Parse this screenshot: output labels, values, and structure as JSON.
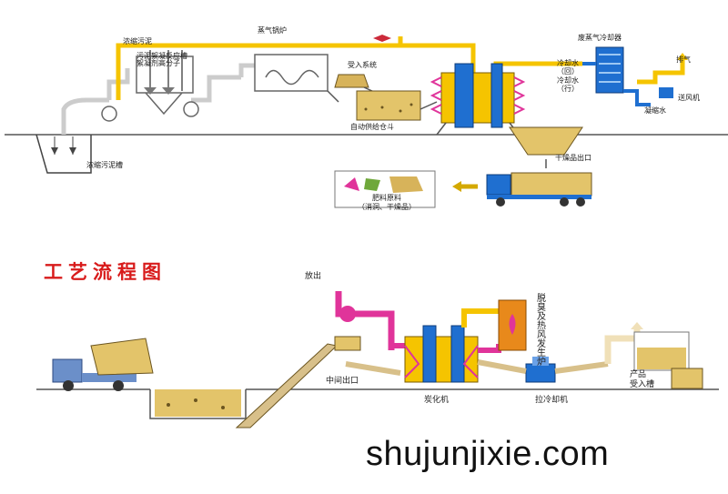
{
  "top": {
    "concentrated_sludge": "浓缩污泥",
    "steam_boiler": "蒸气锅炉",
    "flocculation_line1": "污泥絮凝反应槽",
    "flocculation_line2": "絮凝剂高分子",
    "receiving_bin": "受入系统",
    "auto_feed_bin": "自动供给仓斗",
    "waste_steam_condenser": "废蒸气冷却器",
    "cooling_water": "冷却水",
    "cooling_water_return": "（回）",
    "cooling_water_2": "冷却水",
    "cooling_water_supply": "（行）",
    "exhaust": "排气",
    "blower": "送风机",
    "condensate": "凝缩水",
    "dry_outlet": "干燥品出口",
    "fertilizer_line1": "肥料原料",
    "fertilizer_line2": "（消洞、干燥品）",
    "thickening_tank": "浓缩污泥槽"
  },
  "title": "工艺流程图",
  "bottom": {
    "discharge": "放出",
    "gas_stove": "脱臭及热风发生炉",
    "middle_outlet": "中间出口",
    "carbonizer": "炭化机",
    "cooler": "拉冷却机",
    "product_line1": "产品",
    "product_line2": "受入槽"
  },
  "watermark": "shujunjixie.com",
  "colors": {
    "pipe_yellow": "#f5c400",
    "pipe_magenta": "#e0349a",
    "machine_blue": "#1f6fd0",
    "sludge_brown": "#c9a64a",
    "title_red": "#d81b1b"
  }
}
